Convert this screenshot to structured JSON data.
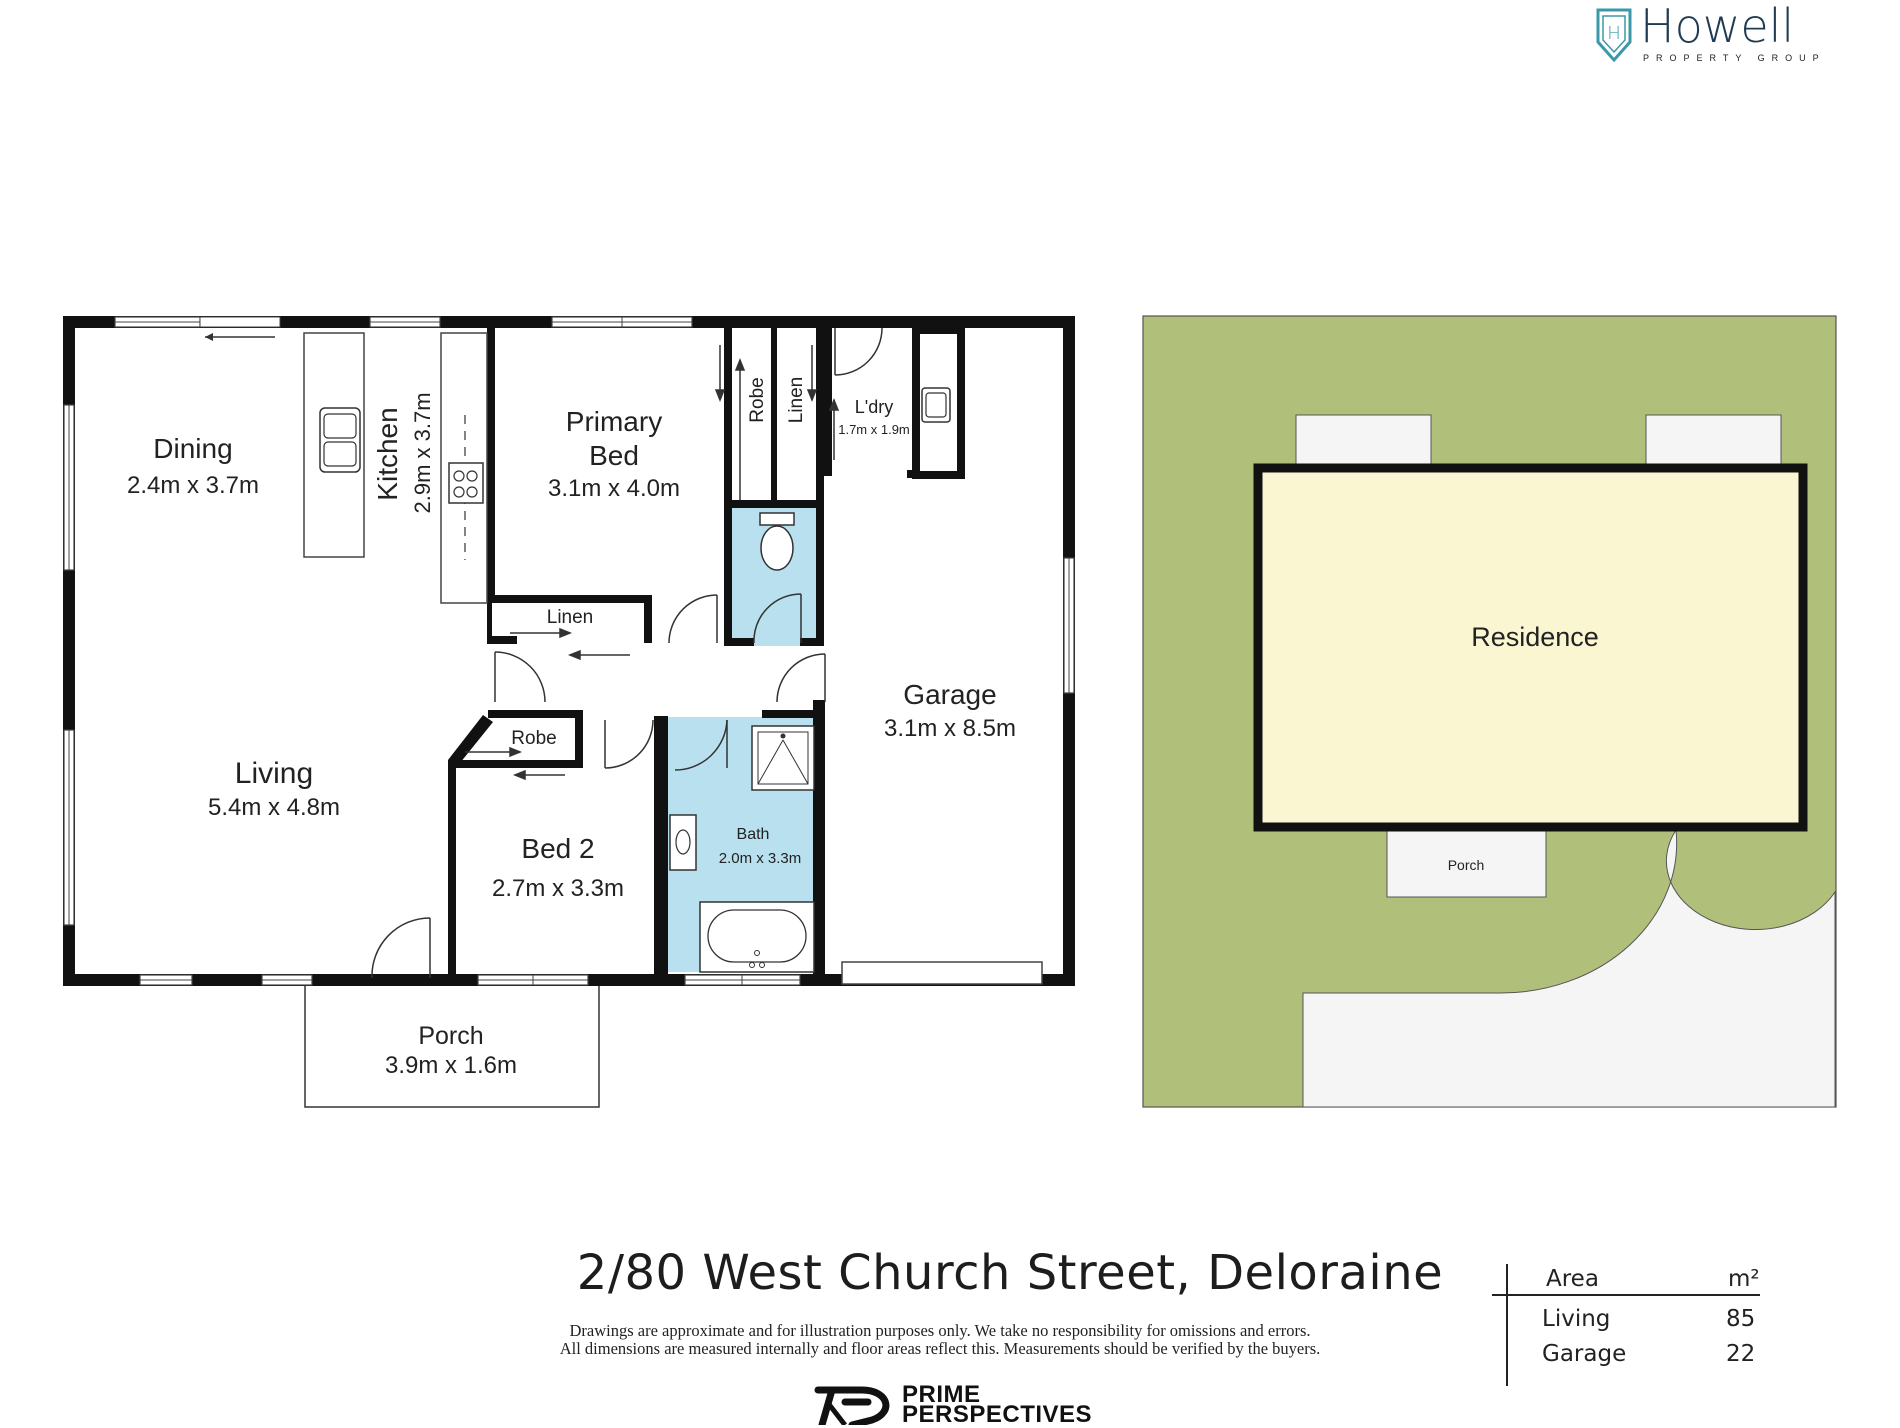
{
  "brand": {
    "name": "Howell",
    "tagline": "PROPERTY GROUP",
    "monogram": "H",
    "accent_color": "#3a98a8"
  },
  "floorplan": {
    "rooms": [
      {
        "name": "Dining",
        "dims": "2.4m x 3.7m"
      },
      {
        "name": "Kitchen",
        "dims": "2.9m x 3.7m"
      },
      {
        "name_line1": "Primary",
        "name_line2": "Bed",
        "dims": "3.1m x 4.0m"
      },
      {
        "name": "Robe"
      },
      {
        "name": "Linen"
      },
      {
        "name": "L'dry",
        "dims": "1.7m x 1.9m"
      },
      {
        "name": "Linen"
      },
      {
        "name": "Living",
        "dims": "5.4m x 4.8m"
      },
      {
        "name": "Robe"
      },
      {
        "name": "Bed 2",
        "dims": "2.7m x 3.3m"
      },
      {
        "name": "Bath",
        "dims": "2.0m x 3.3m"
      },
      {
        "name": "Garage",
        "dims": "3.1m x 8.5m"
      },
      {
        "name": "Porch",
        "dims": "3.9m x 1.6m"
      }
    ],
    "colors": {
      "wall": "#111111",
      "wet_area": "#b8e0ee",
      "floor": "#ffffff"
    }
  },
  "siteplan": {
    "residence_label": "Residence",
    "porch_label": "Porch",
    "colors": {
      "lawn": "#b0bf7a",
      "residence": "#fbf6d2",
      "paving": "#f5f5f6"
    }
  },
  "address": "2/80 West Church Street, Deloraine",
  "disclaimer": {
    "line1": "Drawings are approximate and for illustration purposes only. We take no responsibility for omissions and errors.",
    "line2": "All dimensions are measured internally and floor areas reflect this. Measurements should be verified by the buyers."
  },
  "area_table": {
    "header_left": "Area",
    "header_right": "m²",
    "rows": [
      {
        "label": "Living",
        "value": "85"
      },
      {
        "label": "Garage",
        "value": "22"
      }
    ]
  },
  "credit": {
    "line1": "PRIME",
    "line2": "PERSPECTIVES"
  }
}
